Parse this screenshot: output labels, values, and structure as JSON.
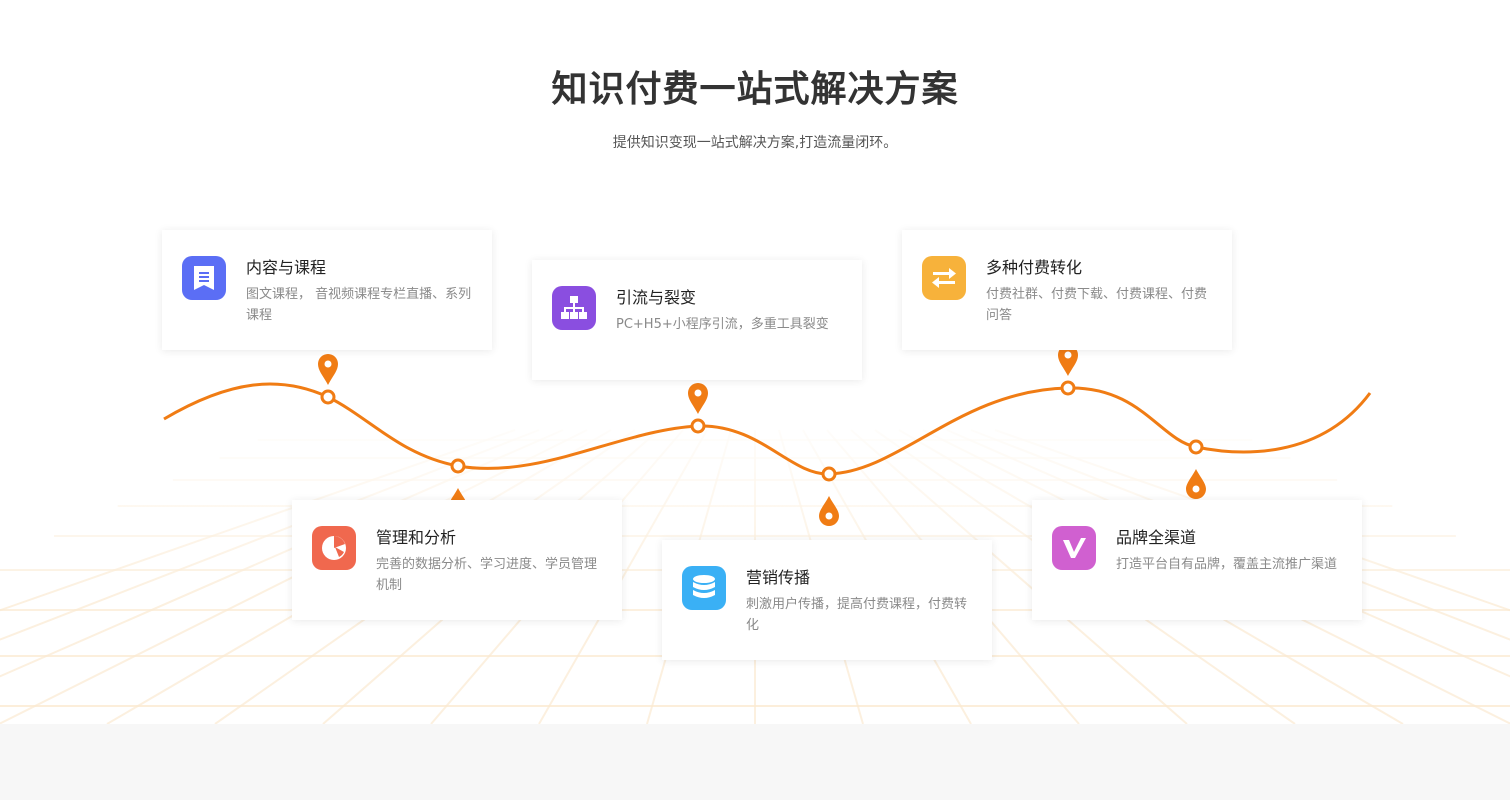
{
  "header": {
    "title": "知识付费一站式解决方案",
    "subtitle": "提供知识变现一站式解决方案,打造流量闭环。"
  },
  "colors": {
    "accent": "#f07c14",
    "title": "#333333",
    "desc": "#8a8a8a"
  },
  "cards": [
    {
      "title": "内容与课程",
      "desc": "图文课程， 音视频课程专栏直播、系列课程",
      "icon": "document-icon",
      "icon_color": "#5b6ef5"
    },
    {
      "title": "管理和分析",
      "desc": "完善的数据分析、学习进度、学员管理机制",
      "icon": "pie-chart-icon",
      "icon_color": "#f0684e"
    },
    {
      "title": "引流与裂变",
      "desc": "PC+H5+小程序引流，多重工具裂变",
      "icon": "sitemap-icon",
      "icon_color": "#8a4ee0"
    },
    {
      "title": "营销传播",
      "desc": "刺激用户传播，提高付费课程，付费转化",
      "icon": "database-icon",
      "icon_color": "#3ab0f5"
    },
    {
      "title": "多种付费转化",
      "desc": "付费社群、付费下载、付费课程、付费问答",
      "icon": "exchange-arrows-icon",
      "icon_color": "#f7b23b"
    },
    {
      "title": "品牌全渠道",
      "desc": "打造平台自有品牌，覆盖主流推广渠道",
      "icon": "v-letter-icon",
      "icon_color": "#d060d0"
    }
  ]
}
